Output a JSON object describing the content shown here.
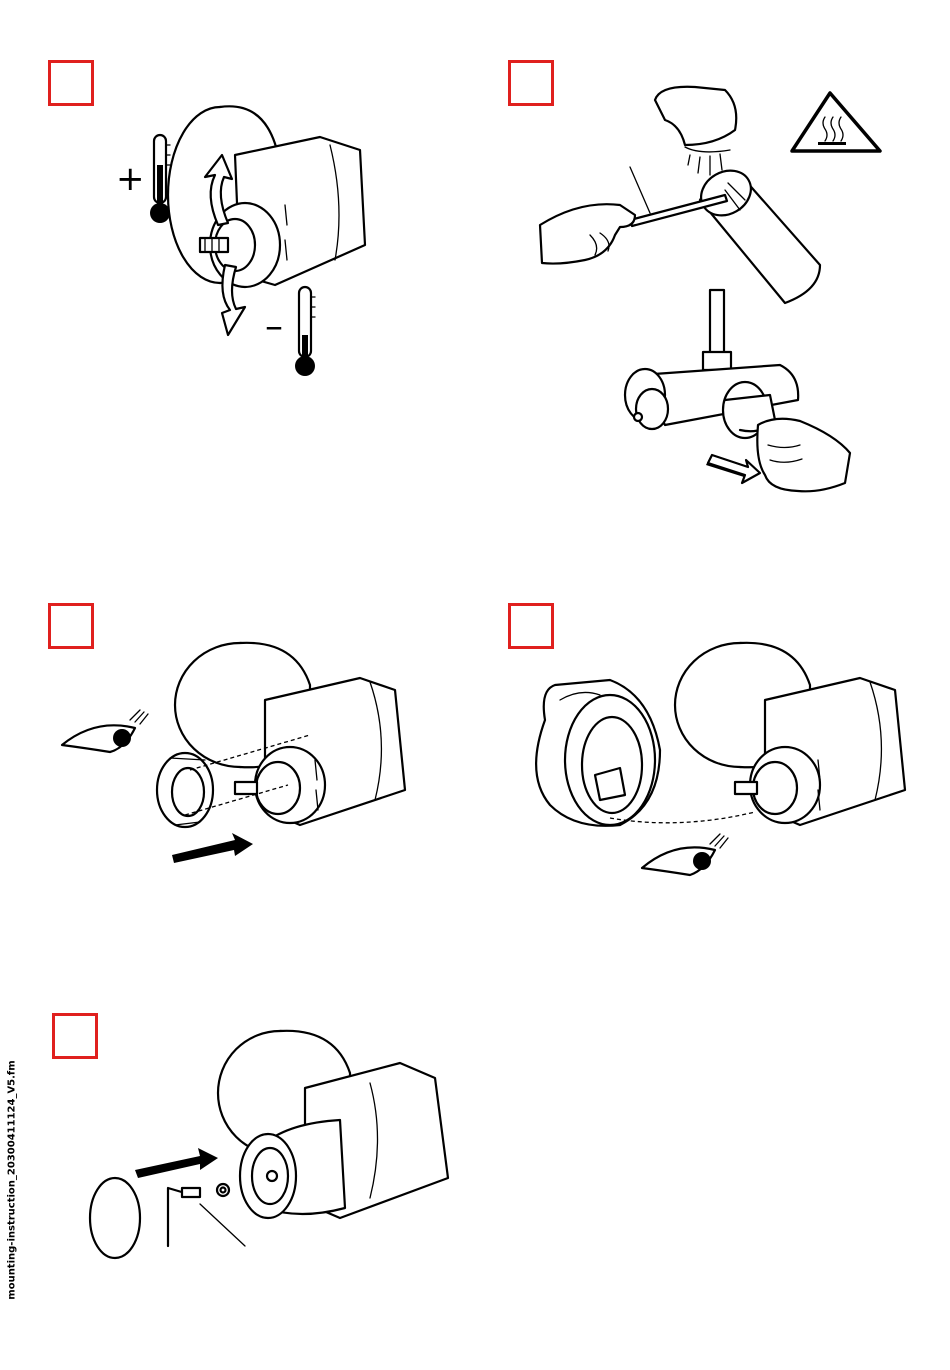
{
  "document": {
    "footer_filename": "mounting-instruction_20300411124_V5.fm"
  },
  "colors": {
    "step_box_border": "#e0201e",
    "line_art": "#000000",
    "background": "#ffffff"
  },
  "steps": [
    {
      "id": 1,
      "illustration": "temperature-adjustment",
      "symbols": [
        "+",
        "–"
      ]
    },
    {
      "id": 2,
      "illustration": "hot-water-temperature-check",
      "symbols": [
        "hot-surface-warning"
      ]
    },
    {
      "id": 3,
      "illustration": "fit-stop-ring"
    },
    {
      "id": 4,
      "illustration": "fit-handle"
    },
    {
      "id": 5,
      "illustration": "fit-cap-with-screw"
    }
  ],
  "symbols": {
    "plus": "+",
    "minus": "–"
  }
}
